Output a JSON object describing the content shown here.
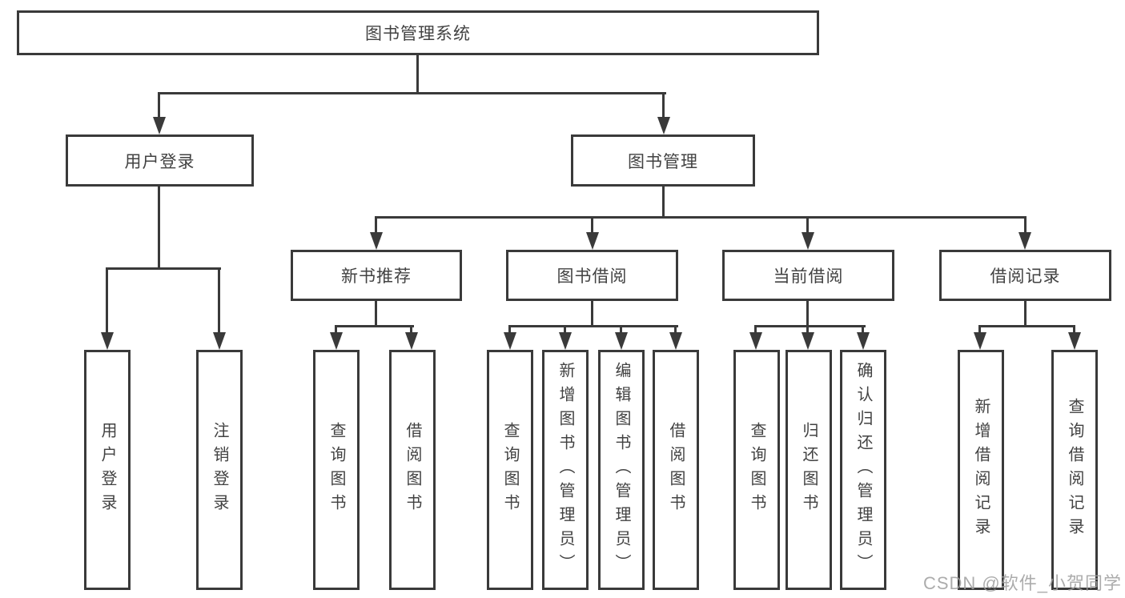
{
  "tree": {
    "root": {
      "label": "图书管理系统"
    },
    "branches": [
      {
        "label": "用户登录",
        "children": [
          {
            "label": "用户登录"
          },
          {
            "label": "注销登录"
          }
        ]
      },
      {
        "label": "图书管理",
        "children": [
          {
            "label": "新书推荐",
            "children": [
              {
                "label": "查询图书"
              },
              {
                "label": "借阅图书"
              }
            ]
          },
          {
            "label": "图书借阅",
            "children": [
              {
                "label": "查询图书"
              },
              {
                "label": "新增图书（管理员）"
              },
              {
                "label": "编辑图书（管理员）"
              },
              {
                "label": "借阅图书"
              }
            ]
          },
          {
            "label": "当前借阅",
            "children": [
              {
                "label": "查询图书"
              },
              {
                "label": "归还图书"
              },
              {
                "label": "确认归还（管理员）"
              }
            ]
          },
          {
            "label": "借阅记录",
            "children": [
              {
                "label": "新增借阅记录"
              },
              {
                "label": "查询借阅记录"
              }
            ]
          }
        ]
      }
    ]
  },
  "watermark": {
    "text": "CSDN @软件_小贺同学"
  },
  "colors": {
    "line": "#3a3a3a",
    "text": "#424242",
    "background": "#ffffff",
    "watermark": "#9e9e9e"
  }
}
